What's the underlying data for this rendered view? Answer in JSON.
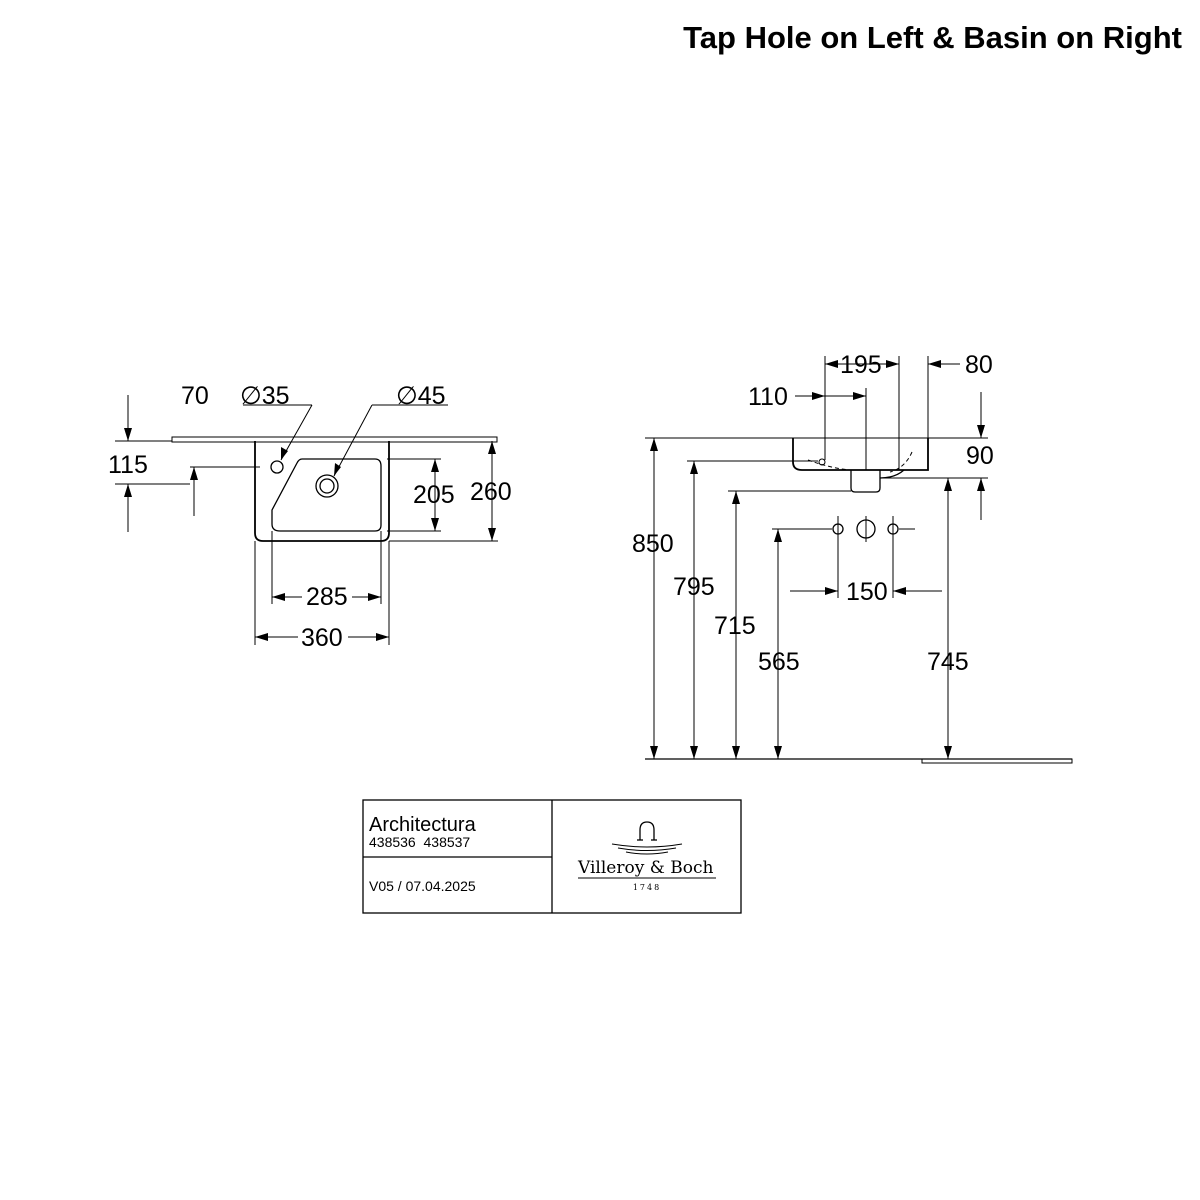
{
  "title": "Tap Hole on Left & Basin on Right",
  "plan_view": {
    "dims": {
      "d70": "70",
      "d115": "115",
      "tap_hole": "∅35",
      "waste": "∅45",
      "d205": "205",
      "d260": "260",
      "d285": "285",
      "d360": "360"
    }
  },
  "side_view": {
    "dims": {
      "d195": "195",
      "d80": "80",
      "d110": "110",
      "d90": "90",
      "d850": "850",
      "d795": "795",
      "d715": "715",
      "d565": "565",
      "d150": "150",
      "d745": "745"
    }
  },
  "title_block": {
    "series": "Architectura",
    "article_numbers": "438536  438537",
    "version": "V05 / 07.04.2025",
    "brand": "Villeroy & Boch",
    "brand_year": "1748"
  }
}
